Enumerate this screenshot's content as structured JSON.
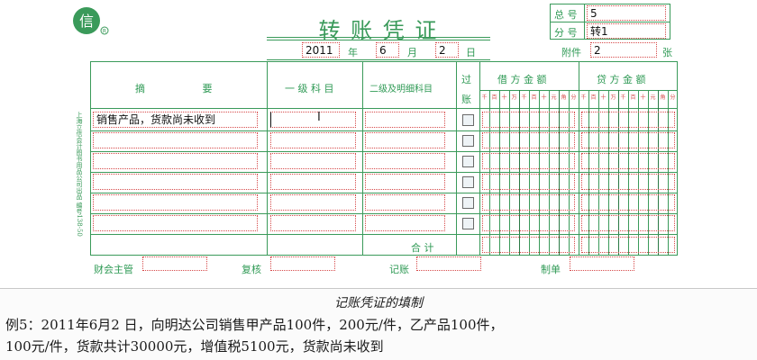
{
  "voucher": {
    "title": "转 账 凭 证",
    "total_no_label": "总 号",
    "total_no_value": "5",
    "sub_no_label": "分 号",
    "sub_no_value": "转1",
    "date": {
      "year": "2011",
      "year_label": "年",
      "month": "6",
      "month_label": "月",
      "day": "2",
      "day_label": "日"
    },
    "attachments_label": "附件",
    "attachments_value": "2",
    "attachments_unit": "张",
    "headers": {
      "summary": "摘 要",
      "level1": "一 级 科 目",
      "level2": "二级及明细科目",
      "posted": "过 账",
      "debit": "借 方 金 额",
      "credit": "贷 方 金 额",
      "digits": [
        "千",
        "百",
        "十",
        "万",
        "千",
        "百",
        "十",
        "元",
        "角",
        "分"
      ]
    },
    "side_text": "上海立信会计图书用品公司出品 编号138-50",
    "rows": [
      {
        "summary": "销售产品，货款尚未收到",
        "level1": "",
        "level2": ""
      },
      {
        "summary": "",
        "level1": "",
        "level2": ""
      },
      {
        "summary": "",
        "level1": "",
        "level2": ""
      },
      {
        "summary": "",
        "level1": "",
        "level2": ""
      },
      {
        "summary": "",
        "level1": "",
        "level2": ""
      },
      {
        "summary": "",
        "level1": "",
        "level2": ""
      }
    ],
    "total_label": "合 计",
    "footer": {
      "supervisor": "财会主管",
      "reviewer": "复核",
      "bookkeeper": "记账",
      "preparer": "制单"
    }
  },
  "caption": {
    "title": "记账凭证的填制",
    "line1": "例5：2011年6月2 日，向明达公司销售甲产品100件，200元/件，乙产品100件，",
    "line2": "100元/件，货款共计30000元，增值税5100元，货款尚未收到"
  }
}
